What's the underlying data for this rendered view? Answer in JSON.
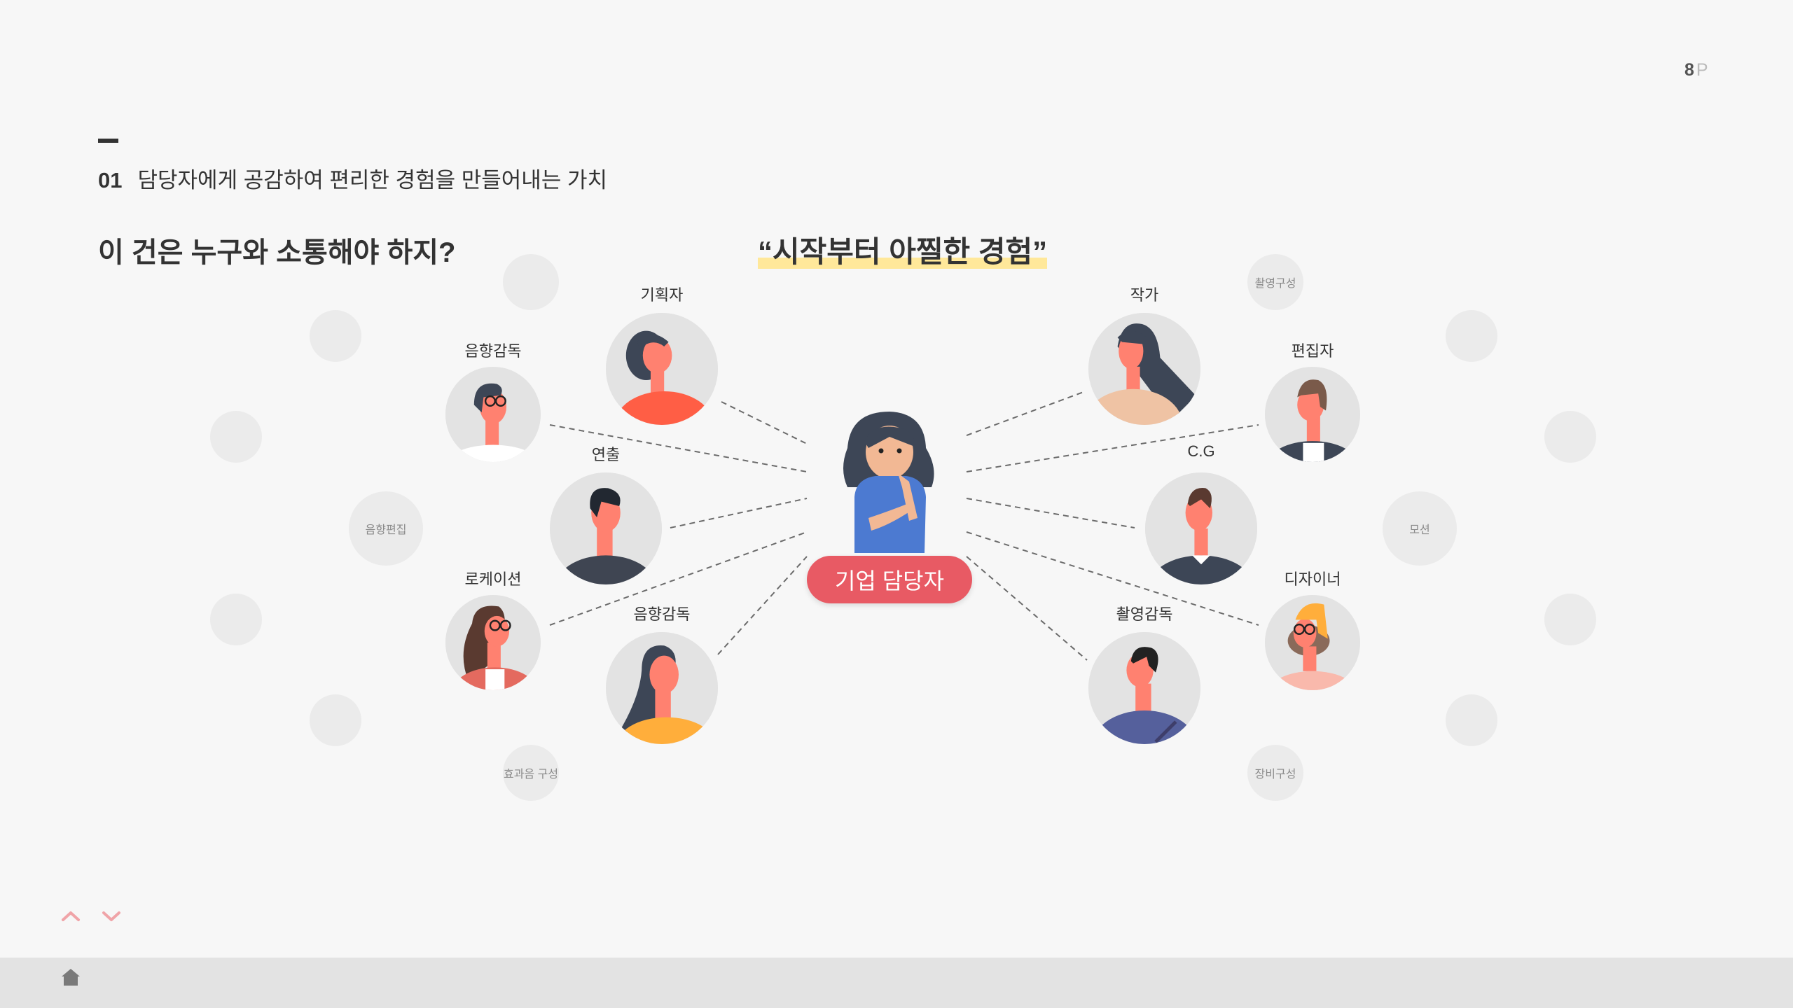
{
  "page": {
    "number": "8",
    "suffix": "P"
  },
  "header": {
    "section_number": "01",
    "section_title": "담당자에게 공감하여 편리한 경험을 만들어내는 가치",
    "question": "이 건은 누구와 소통해야 하지?",
    "quote": "“시작부터 아찔한 경험”"
  },
  "center": {
    "label": "기업 담당자",
    "button_color": "#e85a64"
  },
  "roles": [
    {
      "label": "기획자",
      "shirt": "#ff5e45",
      "hair": "#3d4656"
    },
    {
      "label": "음향감독",
      "shirt": "#ffffff",
      "hair": "#3d4656"
    },
    {
      "label": "연출",
      "shirt": "#3f4552",
      "hair": "#222831"
    },
    {
      "label": "로케이션",
      "shirt": "#e46a5f",
      "hair": "#5a3a30"
    },
    {
      "label": "음향감독",
      "shirt": "#ffae3b",
      "hair": "#3d4656"
    },
    {
      "label": "작가",
      "shirt": "#efc3a4",
      "hair": "#3d4656"
    },
    {
      "label": "편집자",
      "shirt": "#3d4656",
      "hair": "#7a5a4a"
    },
    {
      "label": "C.G",
      "shirt": "#3d4656",
      "hair": "#5a3a30"
    },
    {
      "label": "디자이너",
      "shirt": "#f9b9ac",
      "hair": "#8a6a5a"
    },
    {
      "label": "촬영감독",
      "shirt": "#55609c",
      "hair": "#222222"
    }
  ],
  "ghost_tags": {
    "sound_edit": "음향편집",
    "sfx": "효과음 구성",
    "shoot_plan": "촬영구성",
    "motion": "모션",
    "equipment": "장비구성"
  },
  "nav": {
    "up": "chevron-up",
    "down": "chevron-down",
    "home": "home",
    "accent": "#f0a4a8"
  },
  "colors": {
    "background": "#f7f7f7",
    "footer": "#e3e3e3",
    "highlight": "#ffe89a",
    "skin": "#ff8170"
  }
}
